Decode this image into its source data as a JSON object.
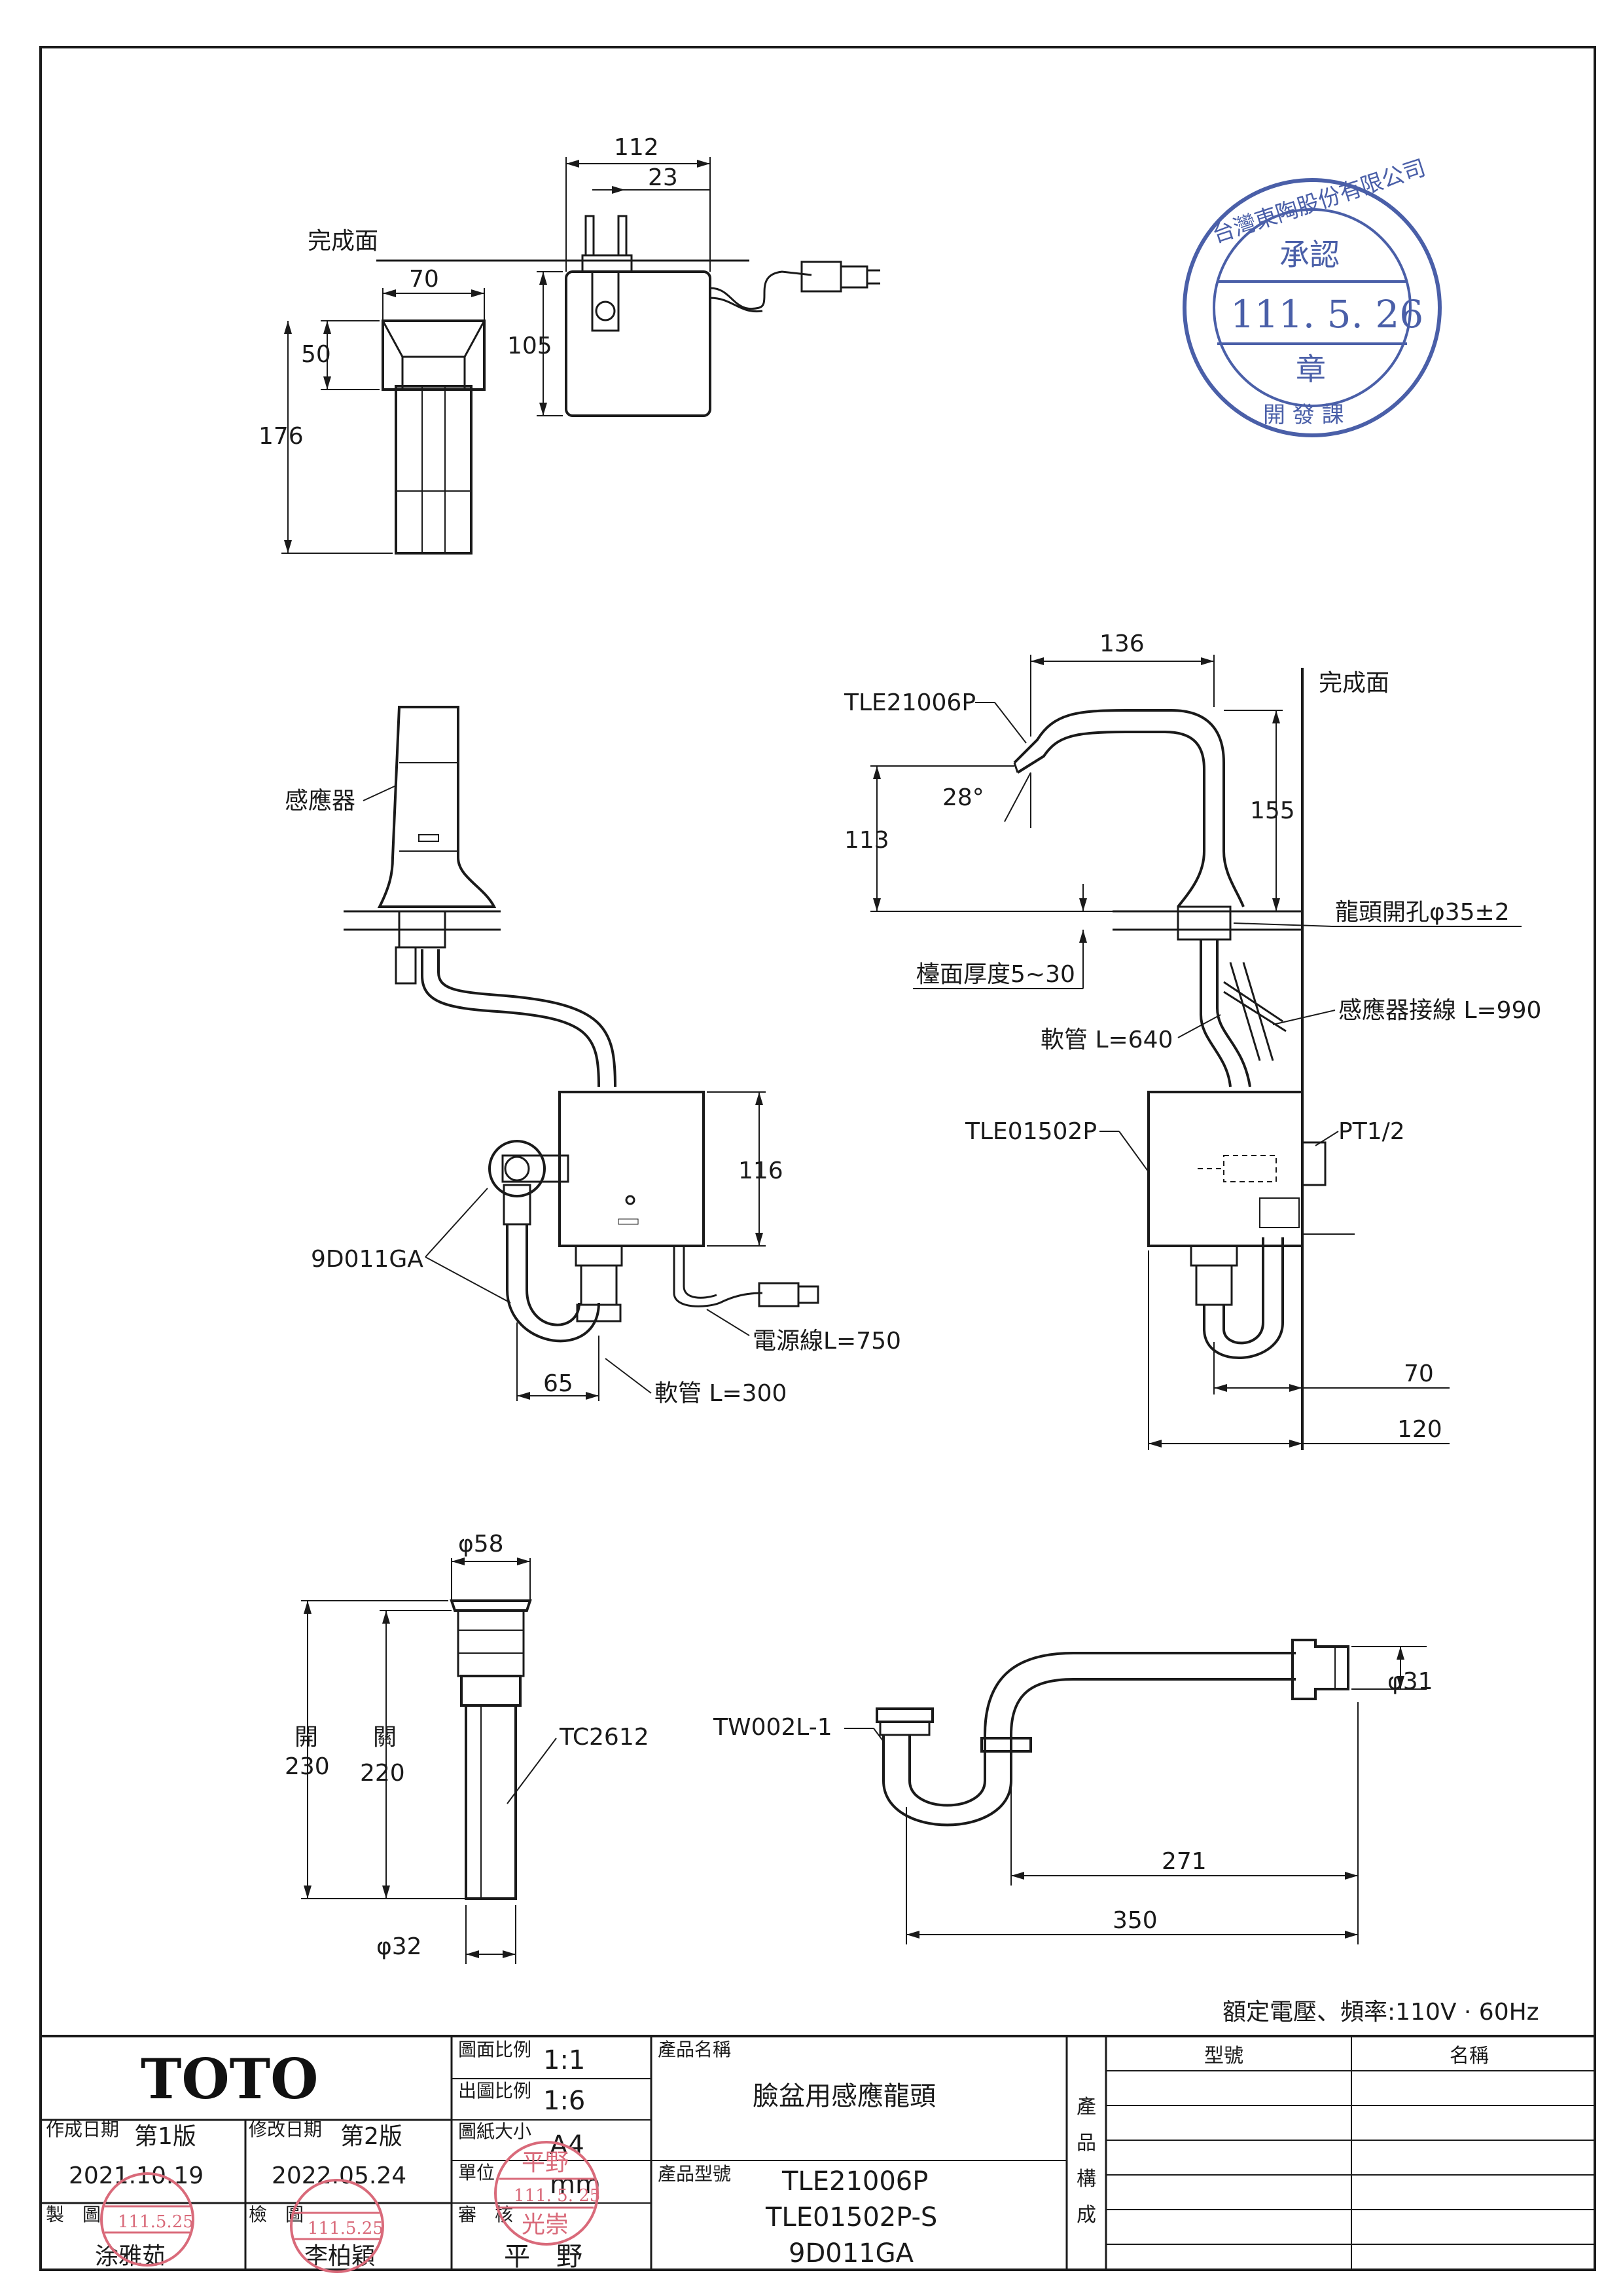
{
  "dimensions": {
    "top_view": {
      "finish_surface": "完成面",
      "w112": "112",
      "w23": "23",
      "w70": "70",
      "h50": "50",
      "h105": "105",
      "h176": "176"
    },
    "front_view": {
      "sensor_label": "感應器",
      "h116": "116",
      "w65": "65",
      "valve_label": "9D011GA",
      "power_cord": "電源線L=750",
      "hose": "軟管 L=300"
    },
    "side_view": {
      "w136": "136",
      "finish_surface": "完成面",
      "spout_label": "TLE21006P",
      "angle": "28°",
      "h113": "113",
      "h155": "155",
      "hole": "龍頭開孔φ35±2",
      "counter_thickness": "檯面厚度5~30",
      "sensor_cable": "感應器接線 L=990",
      "hose": "軟管 L=640",
      "control_box": "TLE01502P",
      "pt": "PT1/2",
      "w70": "70",
      "w120": "120"
    },
    "drain": {
      "d58": "φ58",
      "open_label": "開",
      "open_value": "230",
      "close_label": "關",
      "close_value": "220",
      "drain_model": "TC2612",
      "d32": "φ32"
    },
    "trap": {
      "trap_model": "TW002L-1",
      "d31": "φ31",
      "w271": "271",
      "w350": "350"
    },
    "rating": "額定電壓、頻率:110V · 60Hz"
  },
  "stamp_top": {
    "ring": "台灣東陶股份有限公司",
    "center_top": "承認",
    "date": "111. 5. 26",
    "center_bottom": "章",
    "bottom": "開 發 課"
  },
  "title_block": {
    "brand": "TOTO",
    "scale_drawing_label": "圖面比例",
    "scale_drawing_value": "1:1",
    "scale_print_label": "出圖比例",
    "scale_print_value": "1:6",
    "paper_label": "圖紙大小",
    "paper_value": "A4",
    "unit_label": "單位",
    "unit_value": "mm",
    "review_label": "審　核",
    "review_name": "平　野",
    "created_label": "作成日期",
    "version1": "第1版",
    "created_date": "2021.10.19",
    "modified_label": "修改日期",
    "version2": "第2版",
    "modified_date": "2022.05.24",
    "made_label": "製　圖",
    "made_name": "涂雅茹",
    "check_label": "檢　圖",
    "check_name": "李柏穎",
    "product_name_label": "產品名稱",
    "product_name": "臉盆用感應龍頭",
    "product_model_label": "產品型號",
    "models": [
      "TLE21006P",
      "TLE01502P-S",
      "9D011GA"
    ],
    "composition_label": [
      "產",
      "品",
      "構",
      "成"
    ],
    "model_col": "型號",
    "name_col": "名稱",
    "stamp_small_date": "111.5.25",
    "stamp_hirano_top": "平野",
    "stamp_hirano_date": "111. 5. 25",
    "stamp_hirano_bottom": "光崇"
  },
  "colors": {
    "ink": "#1a1a1a",
    "stamp_blue": "#4a5fa8",
    "stamp_red": "#d96a7a"
  }
}
